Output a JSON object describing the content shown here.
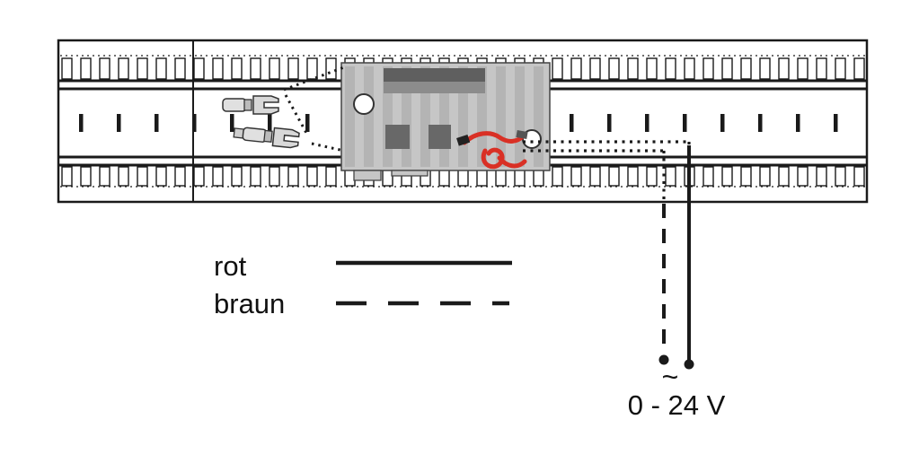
{
  "diagram": {
    "legend": {
      "rot_label": "rot",
      "braun_label": "braun"
    },
    "power": {
      "ac_symbol": "~",
      "range_label": "0 - 24 V"
    },
    "colors": {
      "wire_red": "#d93025",
      "box_gray": "#c6c6c6",
      "box_detail_dark": "#5f5f5f",
      "line_black": "#1a1a1a"
    }
  }
}
